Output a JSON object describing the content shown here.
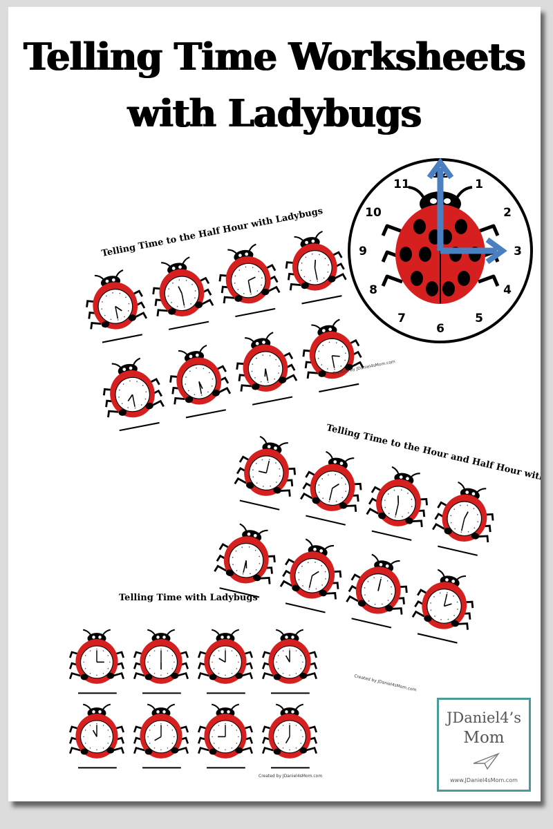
{
  "title": {
    "line1": "Telling Time Worksheets",
    "line2": "with Ladybugs"
  },
  "big_clock": {
    "numbers": [
      "1",
      "2",
      "3",
      "4",
      "5",
      "6",
      "7",
      "8",
      "9",
      "10",
      "11",
      "12"
    ],
    "hands": {
      "hour": 3,
      "minute": 0
    },
    "hand_color": "#4a7fc1",
    "body_color": "#d62020"
  },
  "sheets": [
    {
      "title": "Telling Time to the  Half Hour with Ladybugs",
      "credit": "Created by JDaniel4sMom.com",
      "clocks": [
        [
          4,
          30
        ],
        [
          11,
          30
        ],
        [
          2,
          30
        ],
        [
          12,
          30
        ],
        [
          7,
          30
        ],
        [
          5,
          30
        ],
        [
          6,
          30
        ],
        [
          3,
          30
        ]
      ]
    },
    {
      "title": "Telling Time to the Hour and Half Hour with Ladybugs",
      "credit": "Created by JDaniel4sMom.com",
      "clocks": [
        [
          9,
          0
        ],
        [
          1,
          30
        ],
        [
          11,
          30
        ],
        [
          12,
          30
        ],
        [
          5,
          30
        ],
        [
          1,
          30
        ],
        [
          12,
          0
        ],
        [
          2,
          0
        ]
      ]
    },
    {
      "title": "Telling Time with Ladybugs",
      "credit": "Created by JDaniel4sMom.com",
      "clocks": [
        [
          3,
          0
        ],
        [
          6,
          0
        ],
        [
          10,
          0
        ],
        [
          11,
          0
        ],
        [
          11,
          0
        ],
        [
          8,
          0
        ],
        [
          9,
          0
        ],
        [
          7,
          0
        ]
      ]
    }
  ],
  "logo": {
    "line1": "JDaniel4’s",
    "line2": "Mom",
    "url": "www.JDaniel4sMom.com"
  },
  "colors": {
    "ladybug_red": "#d62020",
    "ink": "#000000",
    "logo_border": "#4a9a9a"
  }
}
